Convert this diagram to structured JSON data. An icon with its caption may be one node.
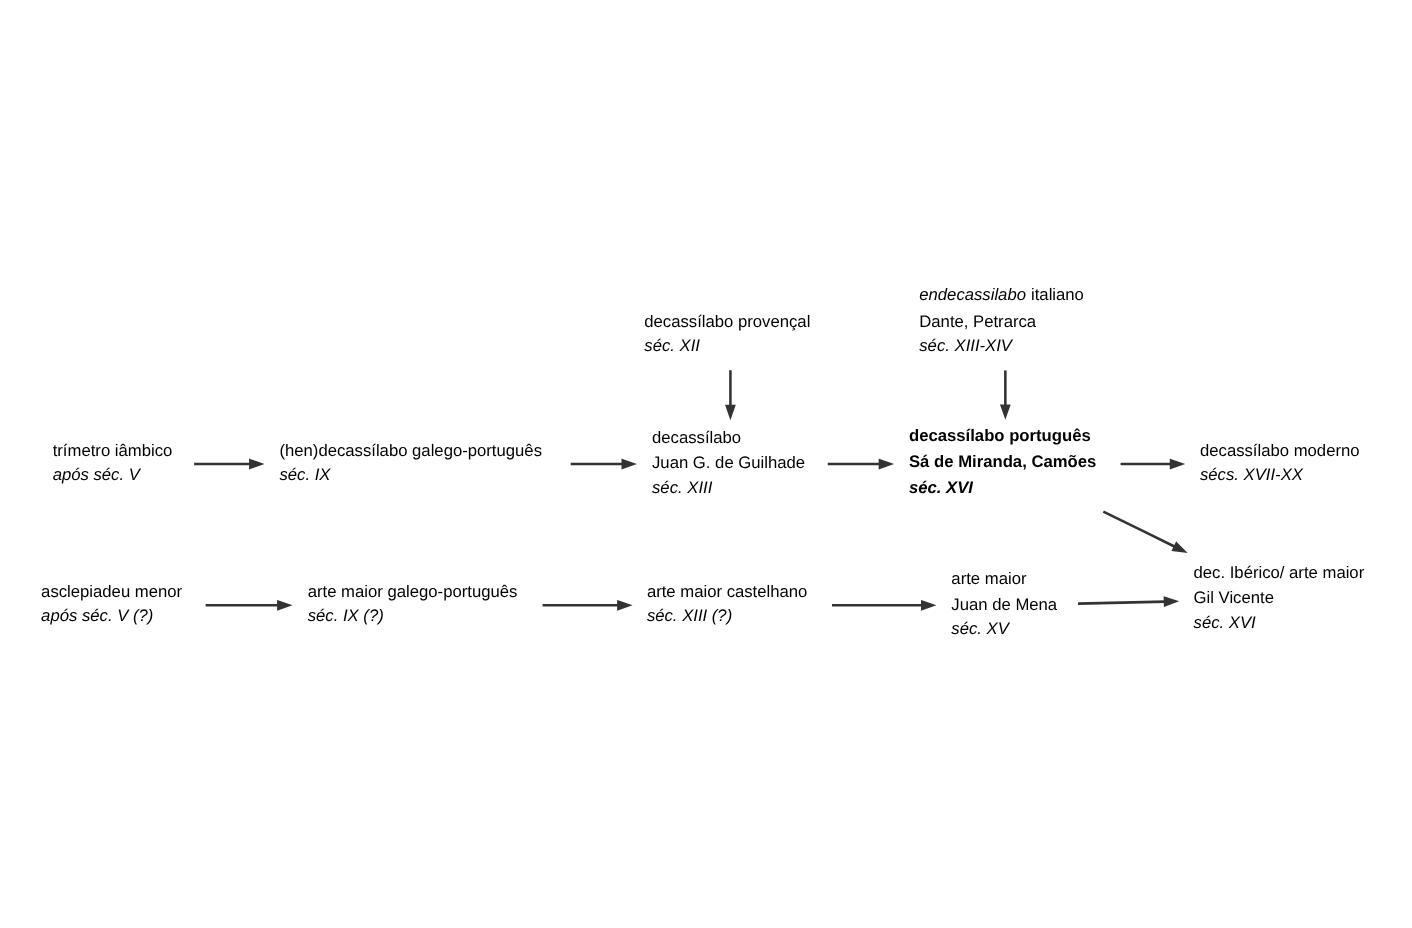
{
  "diagram": {
    "nodes": [
      {
        "text": [
          "decassílabo provençal",
          "séc. XII"
        ]
      },
      {
        "text": [
          "*endecassilabo* italiano",
          "Dante, Petrarca",
          "séc. XIII-XIV"
        ]
      },
      {
        "text": [
          "trímetro iâmbico",
          "após séc. V"
        ]
      },
      {
        "text": [
          "(hen)decassílabo galego-português",
          "séc. IX"
        ]
      },
      {
        "text": [
          "decassílabo",
          "Juan G. de Guilhade",
          "séc. XIII"
        ]
      },
      {
        "text": [
          "decassílabo português",
          "Sá de Miranda, Camões",
          "séc. XVI"
        ]
      },
      {
        "text": [
          "decassílabo moderno",
          "sécs. XVII-XX"
        ]
      },
      {
        "text": [
          "dec. Ibérico/ arte maior",
          "Gil Vicente",
          "séc. XVI"
        ]
      },
      {
        "text": [
          "asclepiadeu menor",
          "após séc. V (?)"
        ]
      },
      {
        "text": [
          "arte maior galego-português",
          "séc. IX (?)"
        ]
      },
      {
        "text": [
          "arte maior castelhano",
          "séc. XIII (?)"
        ]
      },
      {
        "text": [
          "arte maior",
          "Juan de Mena",
          "séc. XV"
        ]
      }
    ],
    "edges": [
      {
        "from": 0,
        "to": 4,
        "arrow": "to"
      },
      {
        "from": 1,
        "to": 5,
        "arrow": "to"
      },
      {
        "from": 2,
        "to": 3,
        "arrow": "to"
      },
      {
        "from": 3,
        "to": 4,
        "arrow": "to"
      },
      {
        "from": 4,
        "to": 5,
        "arrow": "to"
      },
      {
        "from": 5,
        "to": 6,
        "arrow": "to"
      },
      {
        "from": 5,
        "to": 7,
        "arrow": "to"
      },
      {
        "from": 8,
        "to": 9,
        "arrow": "to"
      },
      {
        "from": 9,
        "to": 10,
        "arrow": "to"
      },
      {
        "from": 10,
        "to": 11,
        "arrow": "to"
      },
      {
        "from": 11,
        "to": 7,
        "arrow": "to"
      }
    ]
  }
}
